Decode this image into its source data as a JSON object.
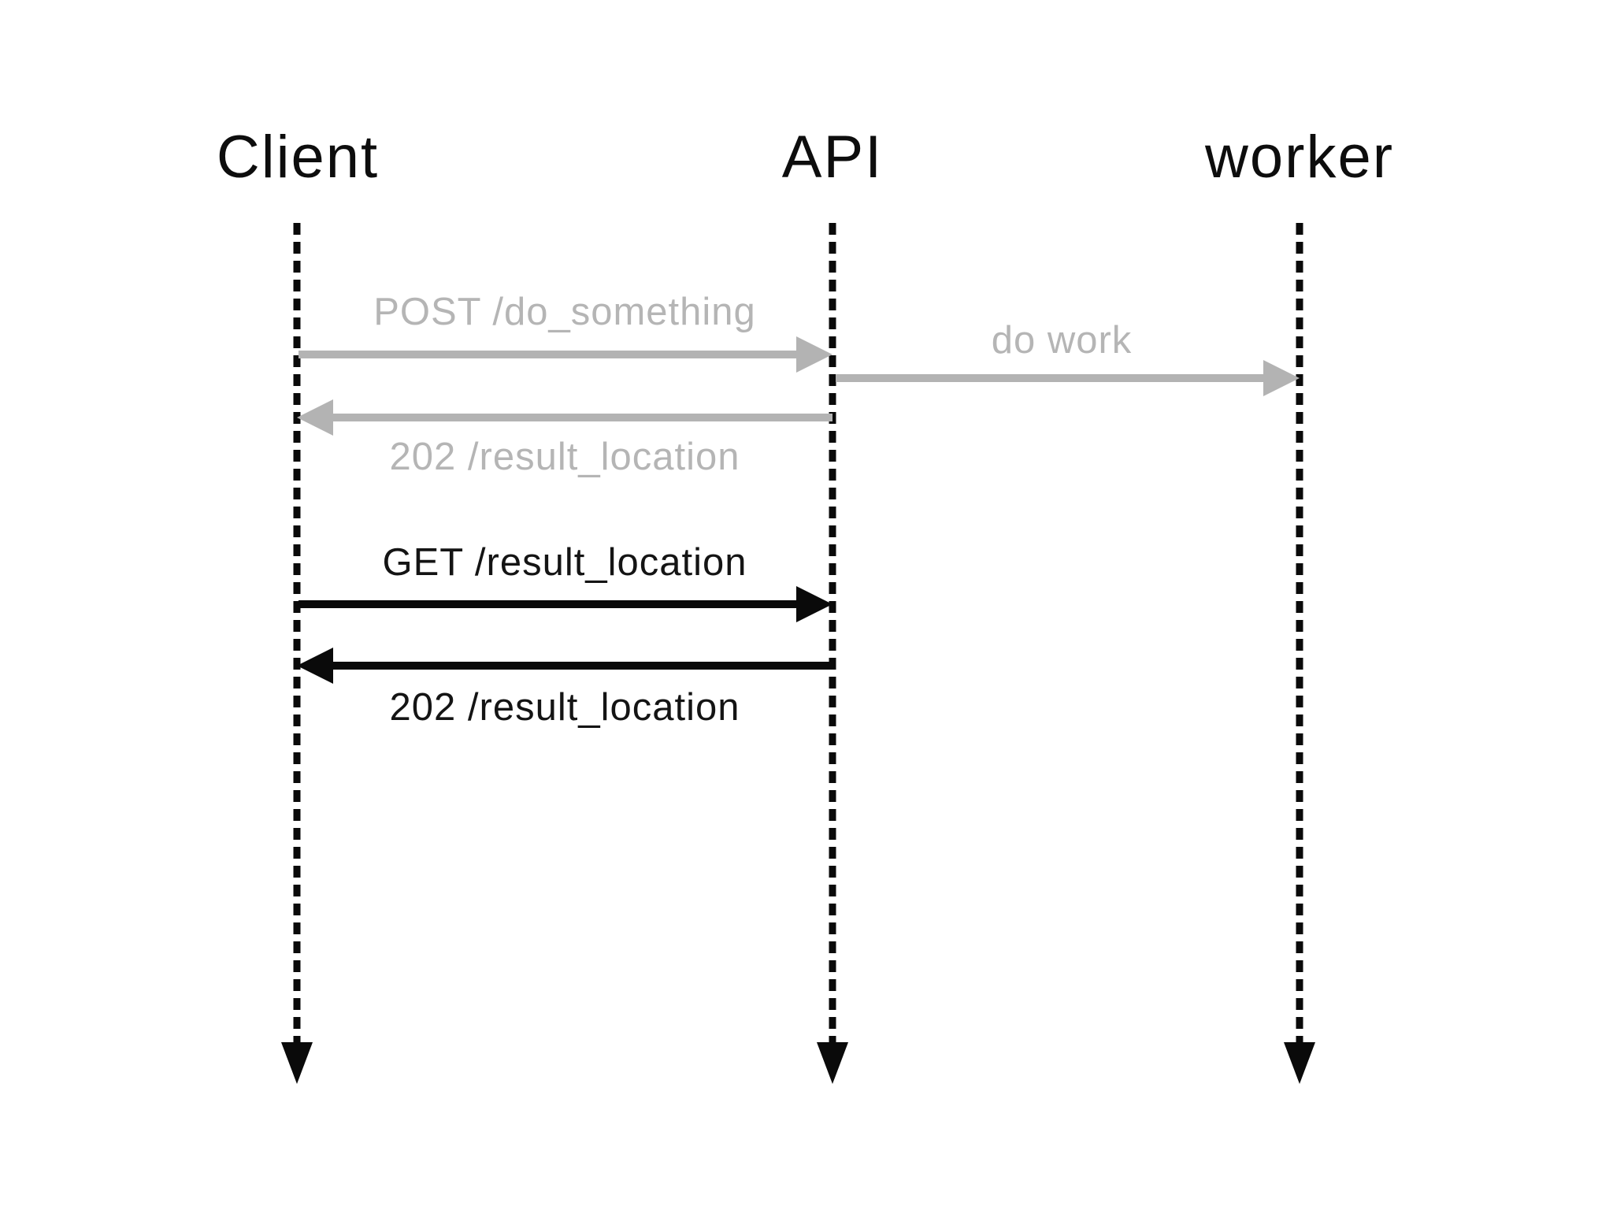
{
  "diagram": {
    "type": "sequence-diagram",
    "actors": [
      {
        "name": "Client"
      },
      {
        "name": "API"
      },
      {
        "name": "worker"
      }
    ],
    "messages": [
      {
        "label": "POST /do_something",
        "from": "Client",
        "to": "API",
        "state": "muted"
      },
      {
        "label": "do work",
        "from": "API",
        "to": "worker",
        "state": "muted"
      },
      {
        "label": "202 /result_location",
        "from": "API",
        "to": "Client",
        "state": "muted"
      },
      {
        "label": "GET /result_location",
        "from": "Client",
        "to": "API",
        "state": "active"
      },
      {
        "label": "202 /result_location",
        "from": "API",
        "to": "Client",
        "state": "active"
      }
    ],
    "colors": {
      "background": "#ffffff",
      "muted": "#b3b3b3",
      "muted_text": "#b5b5b5",
      "active": "#0a0a0a",
      "active_text": "#141414"
    }
  }
}
